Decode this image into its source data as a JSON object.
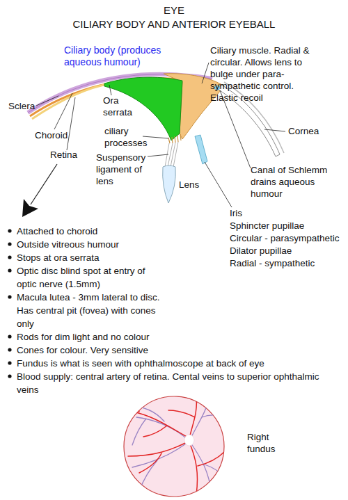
{
  "diagram": {
    "title": "EYE",
    "labels": [
      "CILIARY BODY AND ANTERIOR EYEBALL",
      "Ciliary body (produces aqueous humour)",
      "Ciliary muscle. Radial & circular. Allows lens to bulge under para-sympathetic control. Elastic recoil",
      "Sclera",
      "Ora serrata",
      "Choroid",
      "ciliary processes",
      "Retina",
      "Cornea",
      "Suspensory ligament of lens",
      "Lens",
      "Canal of Schlemm drains aqueous humour",
      "Iris",
      "Sphincter pupillae",
      "Circular - parasympathetic",
      "Dilator pupillae",
      "Radial - sympathetic",
      "Attached to choroid",
      "Outside vitreous humour",
      "Stops at ora serrata",
      "Optic disc blind spot at entry of optic nerve (1.5mm)",
      "Macula lutea - 3mm lateral to disc. Has central pit (fovea) with cones only",
      "Rods for dim light and no colour",
      "Cones for colour. Very sensitive",
      "Fundus is what is seen with ophthalmoscope at back of eye",
      "Blood supply: central artery of retina. Cental veins to superior ophthalmic veins",
      "Right fundus"
    ]
  }
}
